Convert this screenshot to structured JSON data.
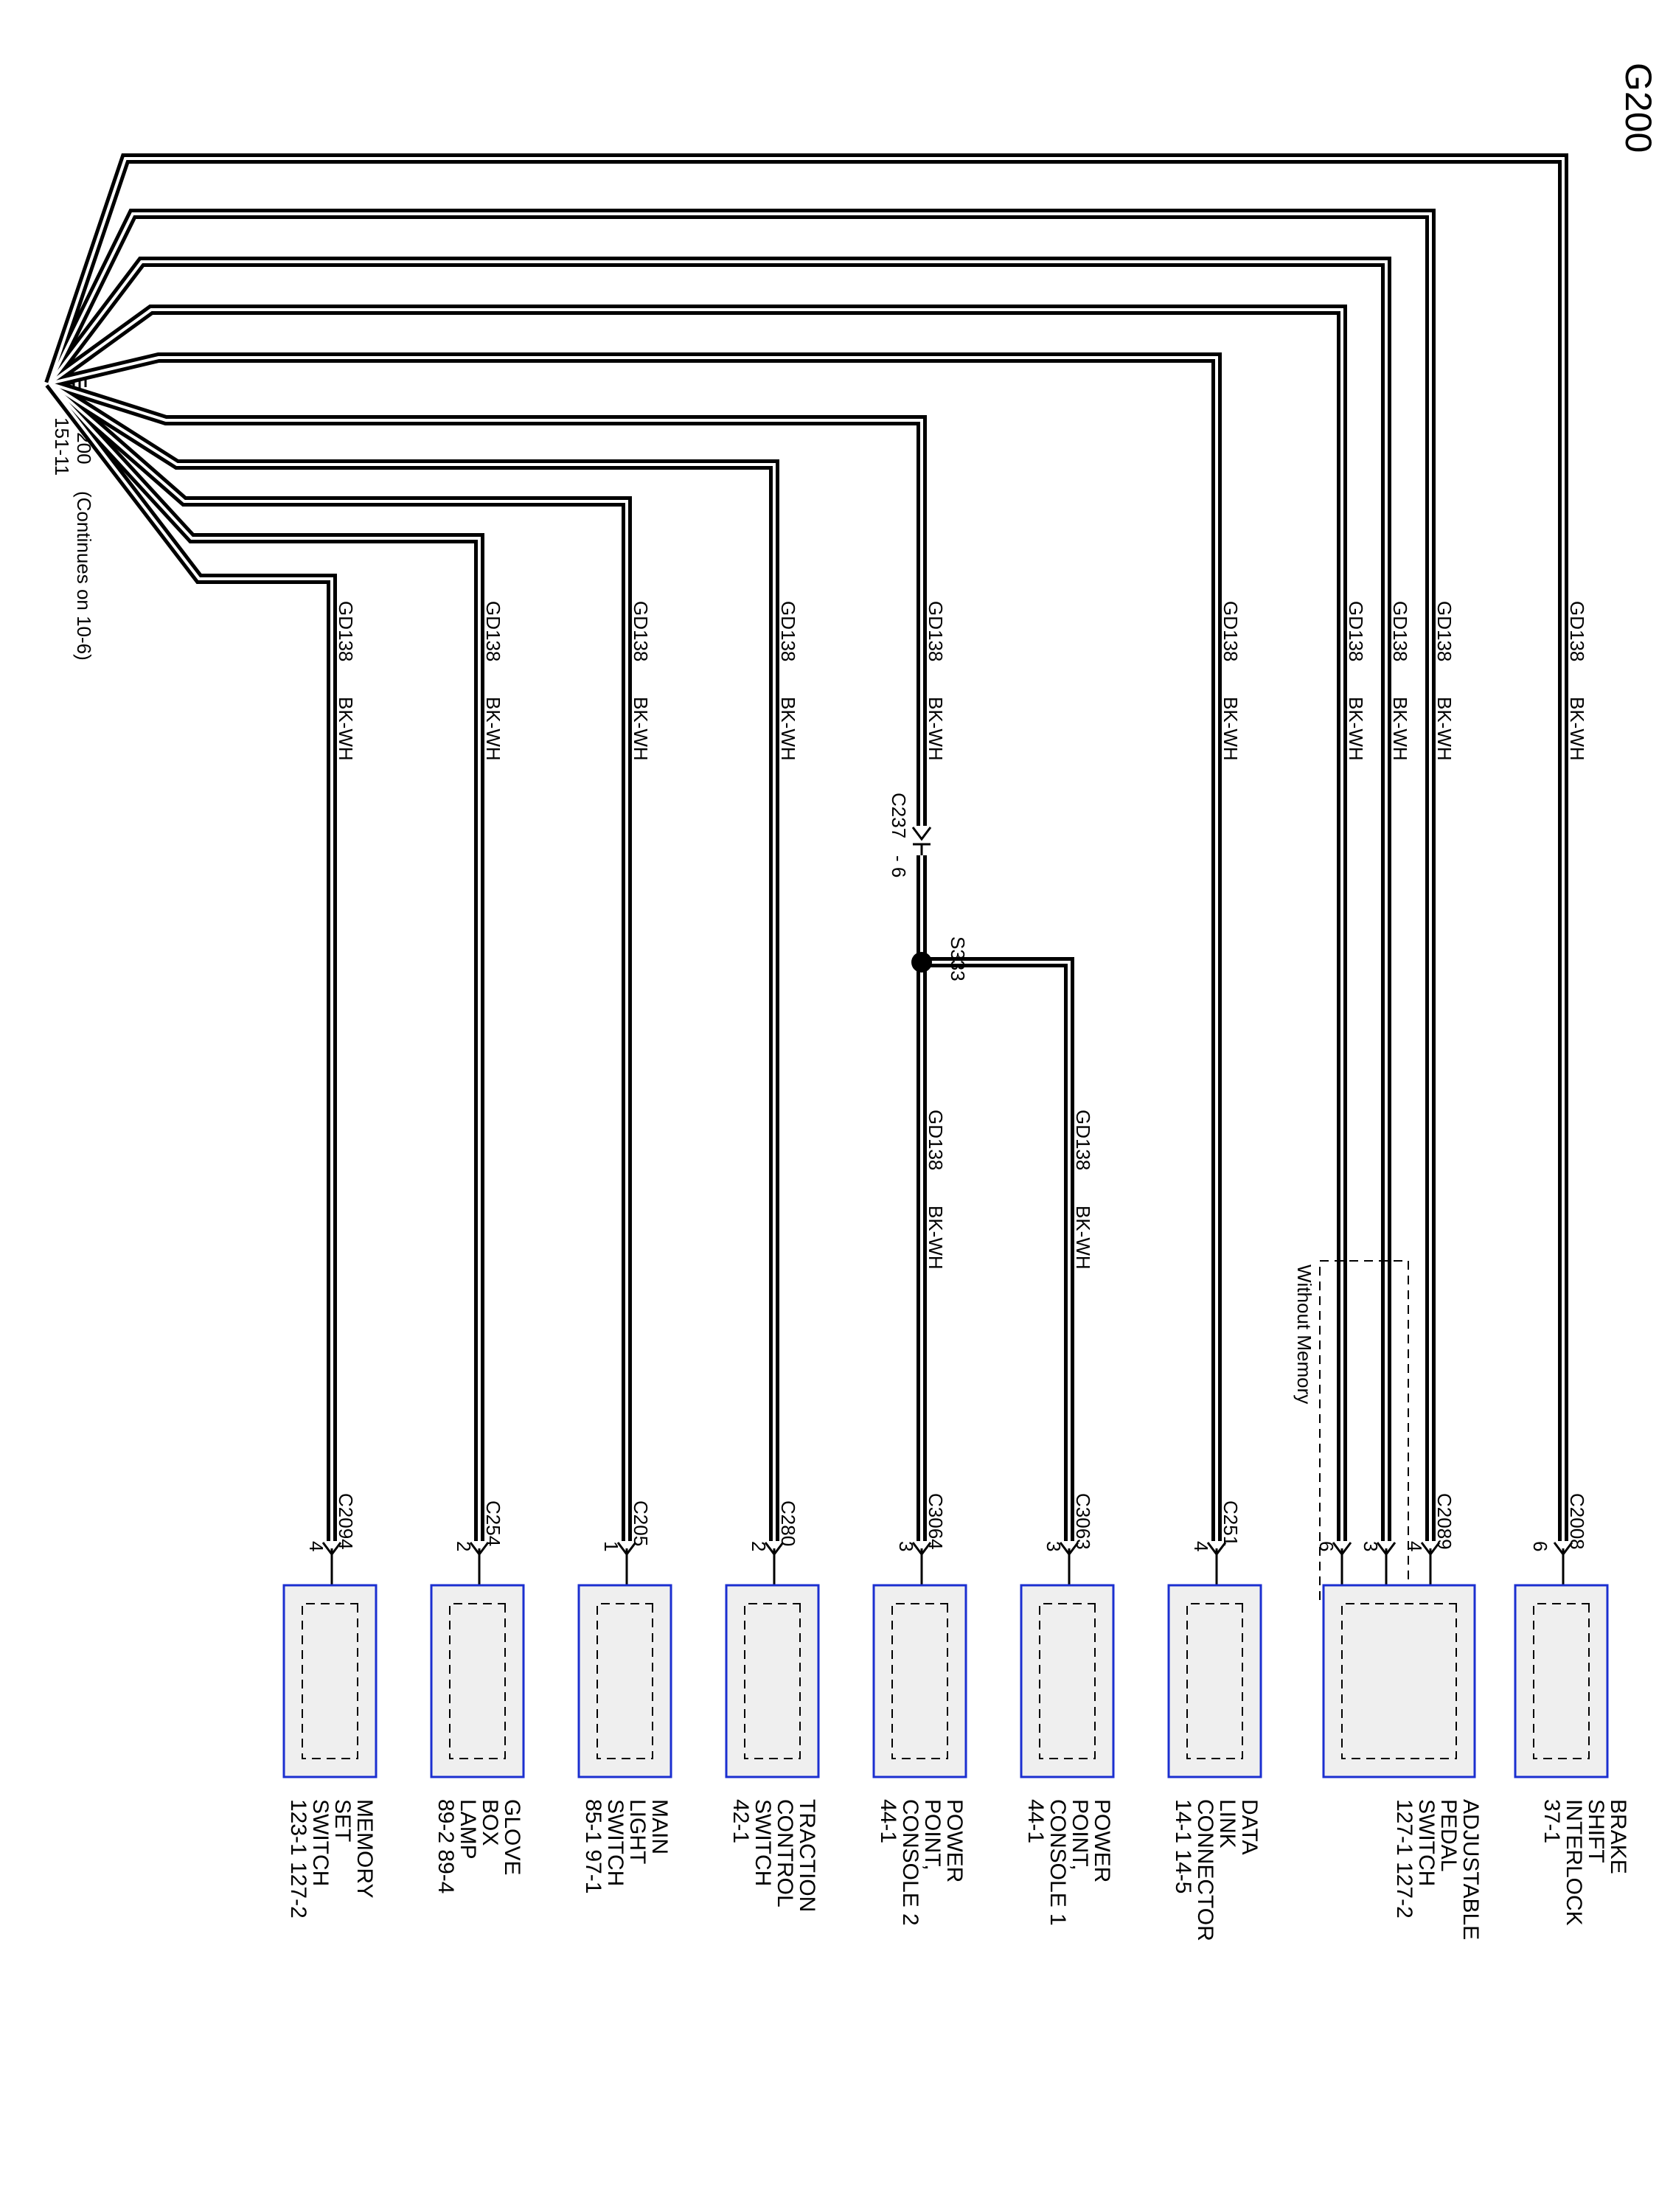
{
  "ground": {
    "title": "G200",
    "name": "G200",
    "continues": "(Continues on 10-6)",
    "ref": "151-11"
  },
  "wire": {
    "circuit": "GD138",
    "color": "BK-WH"
  },
  "inline_connector": {
    "name": "C237",
    "pin": "- 6"
  },
  "splice": {
    "name": "S333"
  },
  "option_note": "Without Memory",
  "components": [
    {
      "connector": "C2008",
      "pins": [
        "6"
      ],
      "lines": [
        "BRAKE",
        "SHIFT",
        "INTERLOCK",
        "37-1"
      ]
    },
    {
      "connector": "C2089",
      "pins": [
        "4",
        "3",
        "6"
      ],
      "lines": [
        "ADJUSTABLE",
        "PEDAL",
        "SWITCH",
        "127-1     127-2"
      ]
    },
    {
      "connector": "C251",
      "pins": [
        "4"
      ],
      "lines": [
        "DATA",
        "LINK",
        "CONNECTOR",
        "14-1     14-5"
      ]
    },
    {
      "connector": "C3063",
      "pins": [
        "3"
      ],
      "lines": [
        "POWER",
        "POINT,",
        "CONSOLE 1",
        "44-1"
      ]
    },
    {
      "connector": "C3064",
      "pins": [
        "3"
      ],
      "lines": [
        "POWER",
        "POINT,",
        "CONSOLE 2",
        "44-1"
      ]
    },
    {
      "connector": "C280",
      "pins": [
        "2"
      ],
      "lines": [
        "TRACTION",
        "CONTROL",
        "SWITCH",
        "42-1"
      ]
    },
    {
      "connector": "C205",
      "pins": [
        "1"
      ],
      "lines": [
        "MAIN",
        "LIGHT",
        "SWITCH",
        "85-1   97-1"
      ]
    },
    {
      "connector": "C254",
      "pins": [
        "2"
      ],
      "lines": [
        "GLOVE",
        "BOX",
        "LAMP",
        "89-2    89-4"
      ]
    },
    {
      "connector": "C2094",
      "pins": [
        "4"
      ],
      "lines": [
        "MEMORY",
        "SET",
        "SWITCH",
        "123-1      127-2"
      ]
    }
  ]
}
